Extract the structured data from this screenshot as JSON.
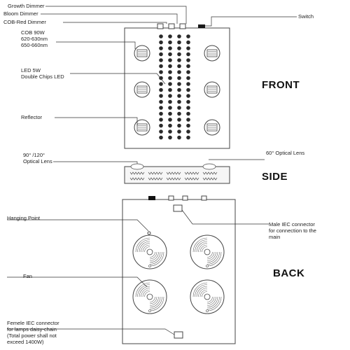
{
  "labels": {
    "growth_dimmer": "Growth Dimmer",
    "bloom_dimmer": "Bloom Dimmer",
    "cob_red_dimmer": "COB-Red Dimmer",
    "switch": "Switch",
    "cob_line1": "COB 90W",
    "cob_line2": "620-630nm",
    "cob_line3": "650-660nm",
    "led_line1": "LED 5W",
    "led_line2": "Double Chips LED",
    "reflector": "Reflector",
    "optical_left_line1": "90° /120°",
    "optical_left_line2": "Optical Lens",
    "optical_right": "60° Optical Lens",
    "hanging_point": "Hanging Point",
    "male_iec_line1": "Male IEC connector",
    "male_iec_line2": "for connection to the",
    "male_iec_line3": "main",
    "fan": "Fan",
    "female_line1": "Femele IEC connector",
    "female_line2": "for lamps daisy-chain",
    "female_line3": "(Total power shall not",
    "female_line4": "exceed 1400W)"
  },
  "views": {
    "front": "FRONT",
    "side": "SIDE",
    "back": "BACK"
  },
  "colors": {
    "line": "#333333",
    "led": "#2a2a2a",
    "fill_light": "#f4f4f4"
  }
}
